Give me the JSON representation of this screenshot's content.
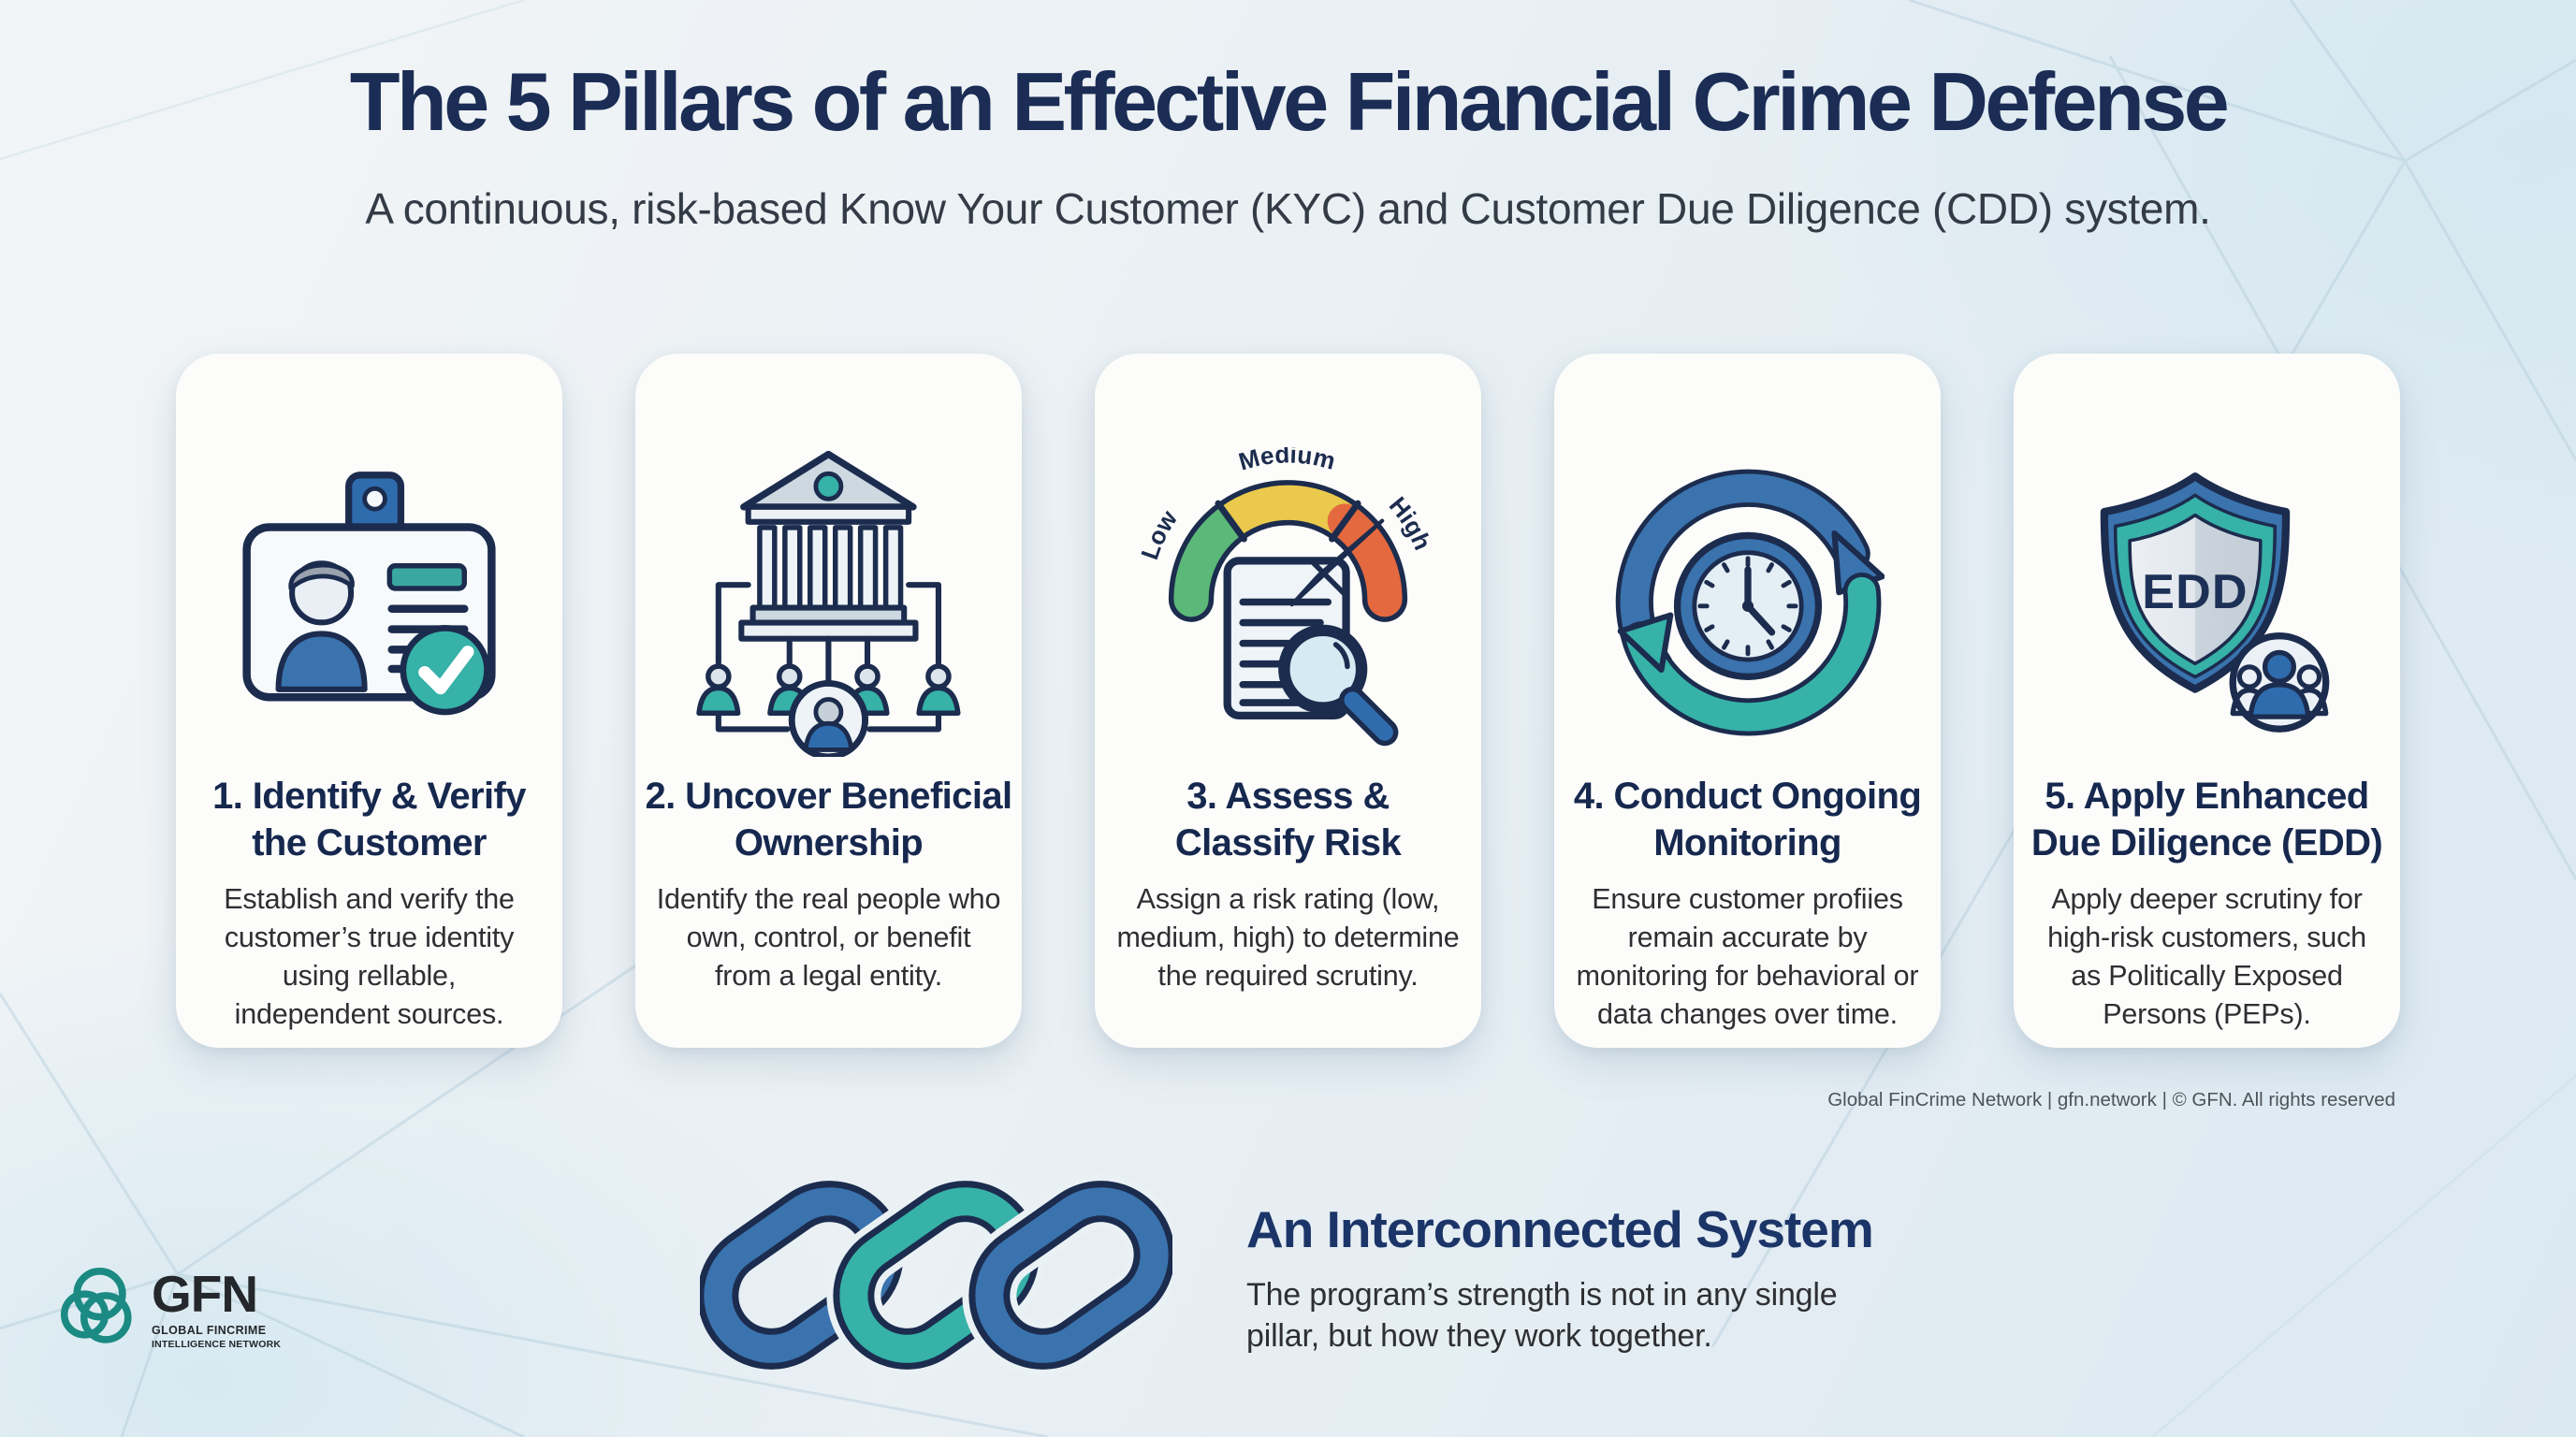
{
  "header": {
    "title": "The 5 Pillars of an Effective Financial Crime Defense",
    "subtitle": "A continuous, risk-based Know Your Customer (KYC) and Customer Due Diligence (CDD) system."
  },
  "pillars": [
    {
      "icon": "id-card-verified-icon",
      "title_lines": [
        "1. Identify & Verify",
        "the Customer"
      ],
      "desc_lines": [
        "Establish and verify the",
        "customer’s true identity",
        "using rellable,",
        "independent sources."
      ]
    },
    {
      "icon": "bank-beneficial-ownership-icon",
      "title_lines": [
        "2. Uncover Beneficial",
        "Ownership"
      ],
      "desc_lines": [
        "Identify the real people who",
        "own, control, or benefit",
        "from a legal entity."
      ]
    },
    {
      "icon": "risk-gauge-document-icon",
      "title_lines": [
        "3. Assess &",
        "Classify Risk"
      ],
      "desc_lines": [
        "Assign a risk rating (low,",
        "medium, high) to determine",
        "the required scrutiny."
      ],
      "gauge_labels": {
        "low": "Low",
        "medium": "Medium",
        "high": "High"
      }
    },
    {
      "icon": "ongoing-monitoring-clock-icon",
      "title_lines": [
        "4. Conduct Ongoing",
        "Monitoring"
      ],
      "desc_lines": [
        "Ensure customer profiies",
        "remain accurate by",
        "monitoring for behavioral or",
        "data changes over time."
      ]
    },
    {
      "icon": "edd-shield-icon",
      "title_lines": [
        "5. Apply Enhanced",
        "Due Diligence (EDD)"
      ],
      "desc_lines": [
        "Apply deeper scrutiny for",
        "high-risk customers, such",
        "as Politically Exposed",
        "Persons (PEPs)."
      ],
      "shield_label": "EDD"
    }
  ],
  "attribution": "Global FinCrime Network | gfn.network | © GFN. All rights reserved",
  "footer": {
    "heading": "An Interconnected System",
    "desc_lines": [
      "The program’s strength is not in any single",
      "pillar, but how they work together."
    ],
    "logo": {
      "abbr": "GFN",
      "line1": "GLOBAL FINCRIME",
      "line2": "INTELLIGENCE NETWORK"
    }
  },
  "colors": {
    "navy": "#1c2c4e",
    "blue": "#3a73ae",
    "teal": "#36b2a8",
    "logo_teal": "#1b8a83",
    "green": "#5cb878",
    "yellow": "#eac94c",
    "orange": "#e4693f",
    "background_start": "#f2f5f7",
    "background_end": "#dbe9f1",
    "card": "#fcfcfa"
  }
}
